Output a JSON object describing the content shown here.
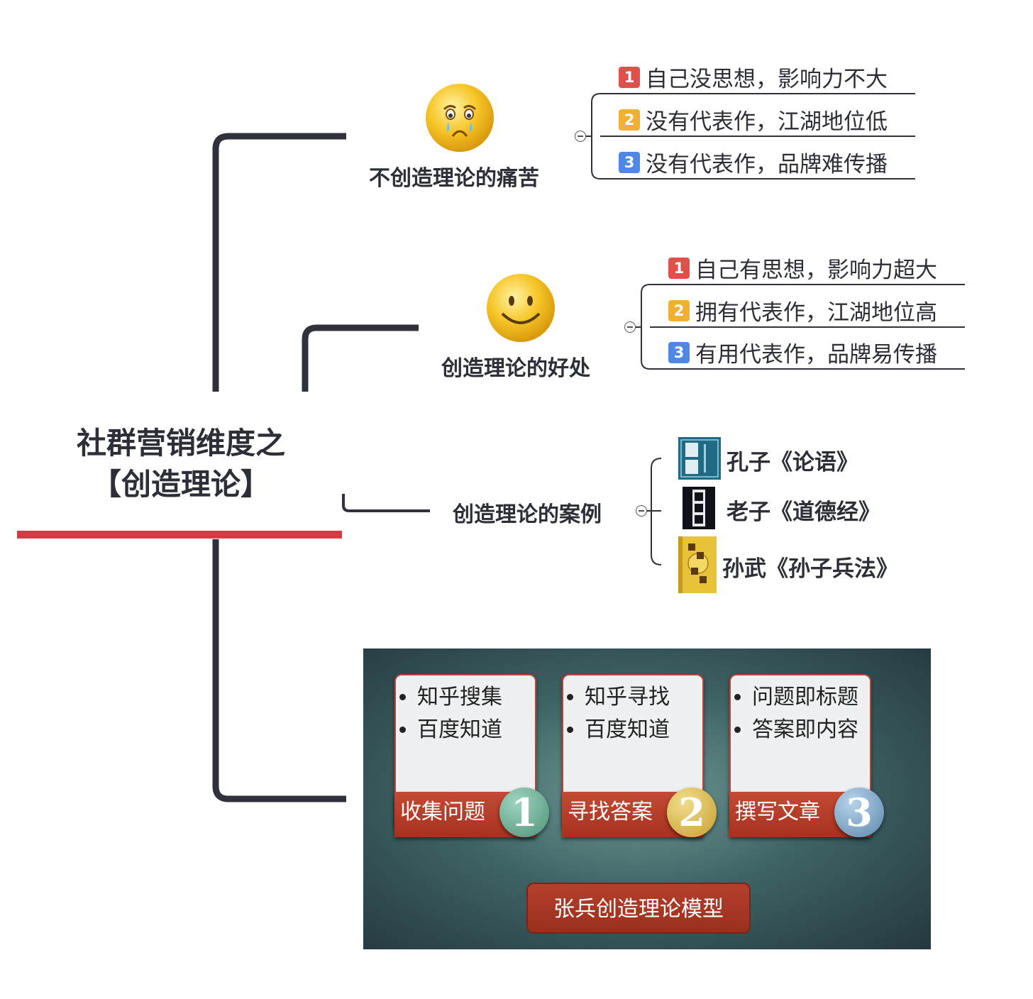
{
  "root": {
    "line1": "社群营销维度之",
    "line2": "【创造理论】"
  },
  "branches": [
    {
      "title": "不创造理论的痛苦",
      "icon": "crying-face-icon",
      "items": [
        {
          "n": "1",
          "text": "自己没思想，影响力不大"
        },
        {
          "n": "2",
          "text": "没有代表作，江湖地位低"
        },
        {
          "n": "3",
          "text": "没有代表作，品牌难传播"
        }
      ]
    },
    {
      "title": "创造理论的好处",
      "icon": "smiling-face-icon",
      "items": [
        {
          "n": "1",
          "text": "自己有思想，影响力超大"
        },
        {
          "n": "2",
          "text": "拥有代表作，江湖地位高"
        },
        {
          "n": "3",
          "text": "有用代表作，品牌易传播"
        }
      ]
    },
    {
      "title": "创造理论的案例",
      "items": [
        {
          "icon": "lunyu-book-icon",
          "text": "孔子《论语》"
        },
        {
          "icon": "daodejing-book-icon",
          "text": "老子《道德经》"
        },
        {
          "icon": "sunzi-book-icon",
          "text": "孙武《孙子兵法》"
        }
      ]
    }
  ],
  "model": {
    "steps": [
      {
        "bullets": [
          "知乎搜集",
          "百度知道"
        ],
        "label": "收集问题",
        "num": "1"
      },
      {
        "bullets": [
          "知乎寻找",
          "百度知道"
        ],
        "label": "寻找答案",
        "num": "2"
      },
      {
        "bullets": [
          "问题即标题",
          "答案即内容"
        ],
        "label": "撰写文章",
        "num": "3"
      }
    ],
    "title": "张兵创造理论模型"
  }
}
